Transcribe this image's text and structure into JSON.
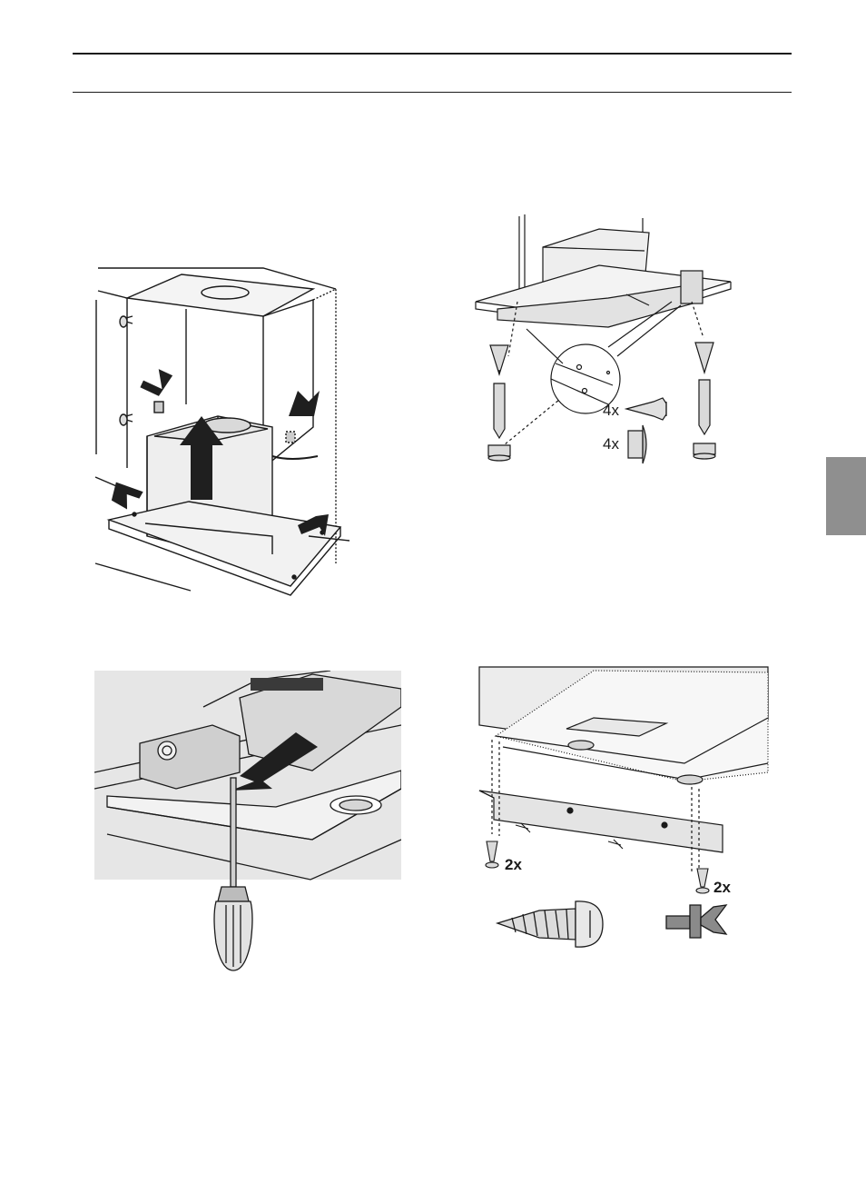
{
  "page": {
    "accent_color": "#8f8f8f",
    "line_color": "#1a1a1a"
  },
  "figures": {
    "cabinet": {
      "icons": [
        "cabinet-icon",
        "arrow-up-icon",
        "arrow-down-icon"
      ]
    },
    "mounting": {
      "screw_qty": "4x",
      "plug_qty": "4x",
      "icons": [
        "wood-screw-icon",
        "wall-plug-icon",
        "magnifier-icon"
      ]
    },
    "screwdriver": {
      "icons": [
        "screwdriver-icon",
        "arrow-icon"
      ]
    },
    "trim": {
      "left_qty": "2x",
      "right_qty": "2x",
      "icons": [
        "pan-head-screw-icon",
        "push-rivet-icon"
      ]
    }
  }
}
